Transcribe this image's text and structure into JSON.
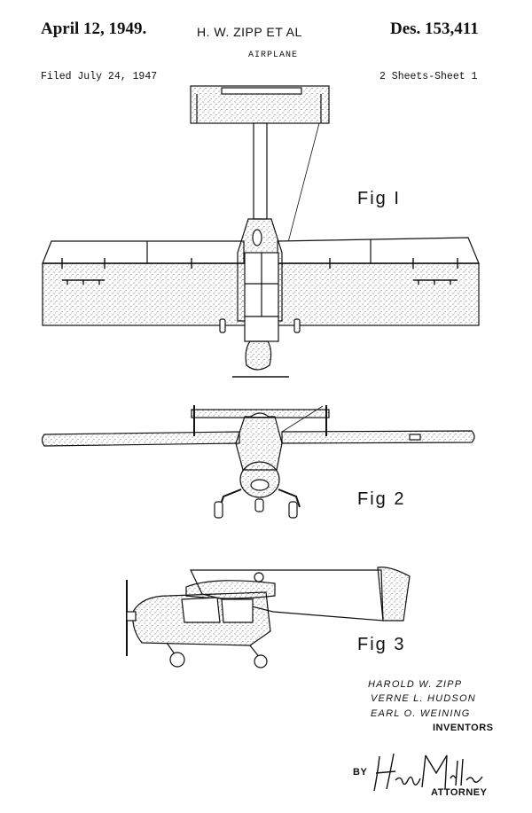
{
  "header": {
    "date": "April 12, 1949.",
    "inventor_short": "H. W. ZIPP  ET AL",
    "patent_number": "Des. 153,411",
    "subject": "AIRPLANE",
    "filed": "Filed July 24, 1947",
    "sheets": "2 Sheets-Sheet 1"
  },
  "figures": [
    {
      "label": "Fig I"
    },
    {
      "label": "Fig 2"
    },
    {
      "label": "Fig 3"
    }
  ],
  "inventors": {
    "names": [
      "HAROLD W. ZIPP",
      "VERNE L. HUDSON",
      "EARL O. WEINING"
    ],
    "role_label": "INVENTORS"
  },
  "attorney": {
    "by_label": "BY",
    "signature": "Huber Miller",
    "role_label": "ATTORNEY"
  }
}
